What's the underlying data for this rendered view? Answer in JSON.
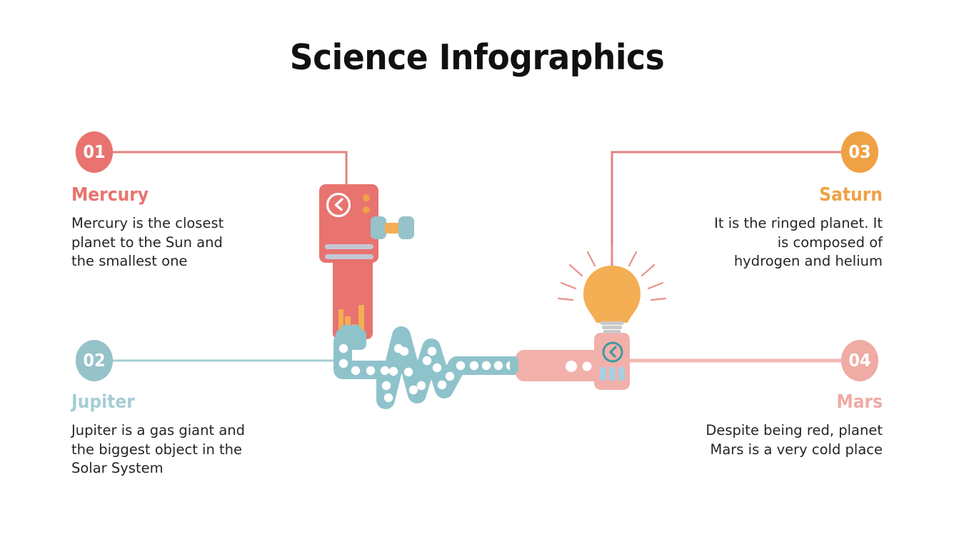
{
  "page": {
    "title": "Science Infographics",
    "background": "#ffffff"
  },
  "colors": {
    "coral": "#e8736f",
    "teal": "#96c2c9",
    "teal_light": "#a6cdd3",
    "orange": "#efa144",
    "orange_light": "#f4ae54",
    "pink": "#efaba4",
    "pink_light": "#f2b0ab",
    "gray_bar": "#c3c8d6",
    "text_dark": "#222629"
  },
  "items": [
    {
      "number": "01",
      "title": "Mercury",
      "description": "Mercury is the closest\nplanet to the Sun and\nthe smallest one",
      "color": "#e8736f",
      "align": "left",
      "position": "top-left"
    },
    {
      "number": "02",
      "title": "Jupiter",
      "description": "Jupiter is a gas giant and\nthe biggest object in the\nSolar System",
      "color": "#a6cdd3",
      "badge_color": "#96c2c9",
      "align": "left",
      "position": "bottom-left"
    },
    {
      "number": "03",
      "title": "Saturn",
      "description": "It is the ringed planet. It\nis composed of\nhydrogen and helium",
      "color": "#efa144",
      "align": "right",
      "position": "top-right"
    },
    {
      "number": "04",
      "title": "Mars",
      "description": "Despite being red, planet\nMars is a very cold place",
      "color": "#efaba4",
      "align": "right",
      "position": "bottom-right"
    }
  ],
  "illustration": {
    "left_machine": {
      "name": "red-machine",
      "body_color": "#e8736f",
      "icon": "clock-back-icon",
      "dots": 2,
      "dot_color": "#efa144",
      "gray_bars": 2,
      "chart_bars": 4,
      "side_connector_color": "#f4ae54"
    },
    "cable": {
      "name": "perforated-zigzag-cable",
      "color": "#8fc3cb",
      "hole_color": "#ffffff"
    },
    "right_machine": {
      "name": "pink-machine",
      "body_color": "#f2b0ab",
      "icon": "clock-back-icon",
      "icon_color": "#3d9aa0",
      "white_dots": 2,
      "blue_bars": 3,
      "blue_bar_color": "#a8cfe0"
    },
    "lightbulb": {
      "name": "lightbulb",
      "bulb_color": "#f4ae54",
      "base_color": "#c9c9c9",
      "ray_color": "#e8918c",
      "rays": 8
    },
    "connectors": [
      {
        "from": "01",
        "color": "#e8736f"
      },
      {
        "from": "02",
        "color": "#a6cdd3"
      },
      {
        "from": "03",
        "color": "#e0837f"
      },
      {
        "from": "04",
        "color": "#f2b8b2"
      }
    ]
  }
}
